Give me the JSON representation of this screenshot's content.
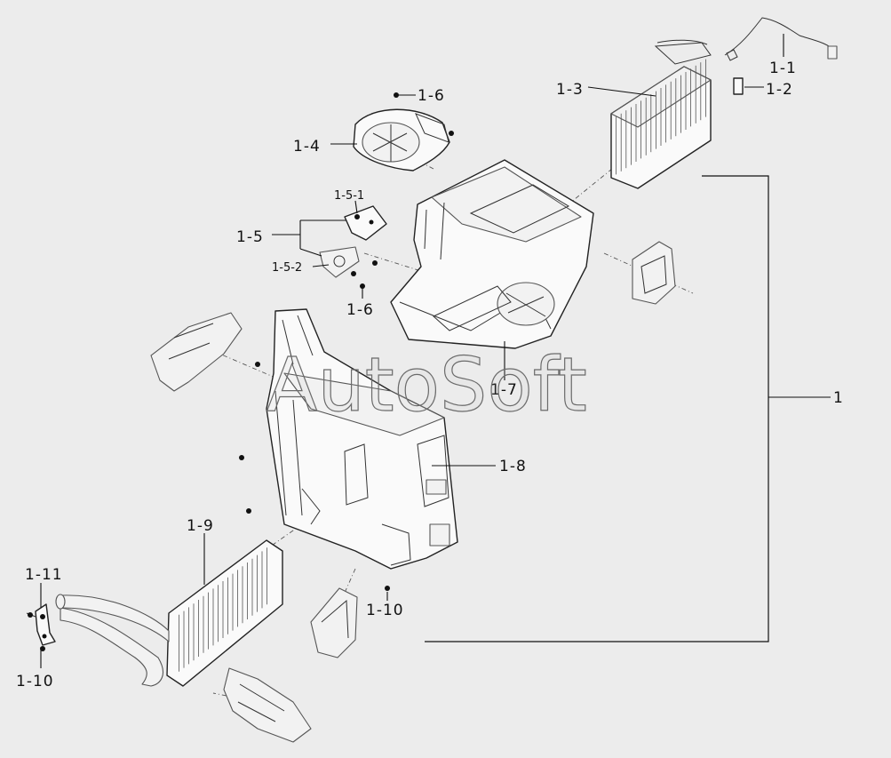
{
  "watermark": "AutoSoft",
  "callouts": {
    "c_1": "1",
    "c_1_1": "1-1",
    "c_1_2": "1-2",
    "c_1_3": "1-3",
    "c_1_4": "1-4",
    "c_1_5": "1-5",
    "c_1_5_1": "1-5-1",
    "c_1_5_2": "1-5-2",
    "c_1_6_top": "1-6",
    "c_1_6_mid": "1-6",
    "c_1_7": "1-7",
    "c_1_8": "1-8",
    "c_1_9": "1-9",
    "c_1_10_mid": "1-10",
    "c_1_10_left": "1-10",
    "c_1_11": "1-11"
  },
  "colors": {
    "background": "#ececec",
    "line": "#111111"
  }
}
